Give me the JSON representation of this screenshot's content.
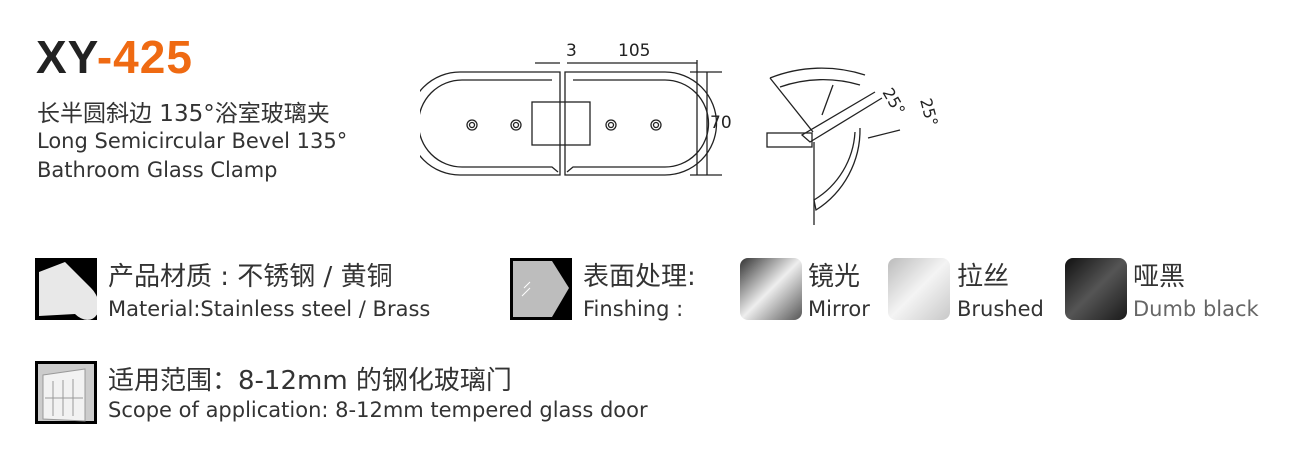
{
  "model": {
    "prefix": "XY",
    "number": "-425"
  },
  "subtitle": {
    "cn": "长半圆斜边 135°浴室玻璃夹",
    "en_line1": "Long Semicircular Bevel 135°",
    "en_line2": "Bathroom Glass Clamp"
  },
  "drawing": {
    "gap": "3",
    "length": "105",
    "height": "70",
    "angle1": "25°",
    "angle2": "25°"
  },
  "material": {
    "cn": "产品材质 : 不锈钢 / 黄铜",
    "en": "Material:Stainless steel / Brass"
  },
  "finishing": {
    "cn": "表面处理:",
    "en": "Finshing :",
    "options": [
      {
        "cn": "镜光",
        "en": "Mirror",
        "color": "#9a9a9a"
      },
      {
        "cn": "拉丝",
        "en": "Brushed",
        "color": "#d8d8d8"
      },
      {
        "cn": "哑黑",
        "en": "Dumb black",
        "color": "#2a2a2a"
      }
    ]
  },
  "scope": {
    "cn": "适用范围：8-12mm 的钢化玻璃门",
    "en": "Scope of application: 8-12mm tempered glass door"
  },
  "colors": {
    "accent": "#ef6a12"
  }
}
